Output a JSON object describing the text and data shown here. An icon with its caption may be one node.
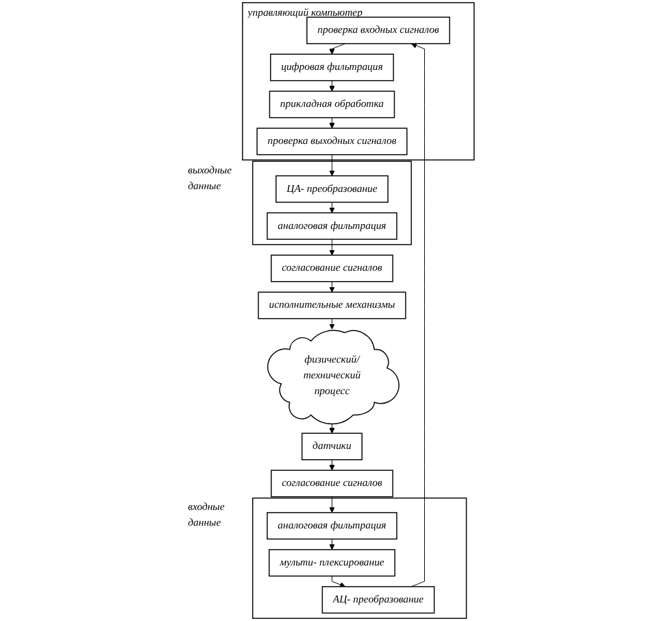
{
  "diagram": {
    "nodes": [
      {
        "text": [
          "управляющий компьютер"
        ]
      },
      {
        "text": [
          "проверка входных сигналов"
        ],
        "in": 0
      },
      {
        "text": [
          "цифровая фильтрация"
        ],
        "in": 0
      },
      {
        "text": [
          "прикладная обработка"
        ],
        "in": 0
      },
      {
        "text": [
          "проверка выходных сигналов"
        ],
        "in": 0
      },
      {
        "text": [
          "входные данные"
        ]
      },
      {
        "text": [
          "АЦ- преобразование"
        ],
        "in": 5
      },
      {
        "text": [
          "мульти- плексирование"
        ],
        "in": 5
      },
      {
        "text": [
          "аналоговая фильтрация"
        ],
        "in": 5
      },
      {
        "text": [
          "выходные данные"
        ]
      },
      {
        "text": [
          "ЦА- преобразование"
        ],
        "in": 9
      },
      {
        "text": [
          "аналоговая фильтрация"
        ],
        "in": 9
      },
      {
        "text": [
          "согласование сигналов"
        ]
      },
      {
        "text": [
          "согласование сигналов"
        ]
      },
      {
        "text": [
          "датчики"
        ]
      },
      {
        "text": [
          "физический/ технический процесс"
        ]
      },
      {
        "text": [
          "исполнительные механизмы"
        ]
      }
    ],
    "edges": [
      {
        "from": 1,
        "to": 2,
        "arrow": "to"
      },
      {
        "from": 2,
        "to": 3,
        "arrow": "to"
      },
      {
        "from": 3,
        "to": 4,
        "arrow": "to"
      },
      {
        "from": 4,
        "to": 10,
        "arrow": "to"
      },
      {
        "from": 10,
        "to": 11,
        "arrow": "to"
      },
      {
        "from": 11,
        "to": 13,
        "arrow": "to"
      },
      {
        "from": 13,
        "to": 16,
        "arrow": "to"
      },
      {
        "from": 16,
        "to": 15,
        "arrow": "to"
      },
      {
        "from": 15,
        "to": 14,
        "arrow": "to"
      },
      {
        "from": 14,
        "to": 12,
        "arrow": "to"
      },
      {
        "from": 12,
        "to": 8,
        "arrow": "to"
      },
      {
        "from": 8,
        "to": 7,
        "arrow": "to"
      },
      {
        "from": 7,
        "to": 6,
        "arrow": "to"
      },
      {
        "from": 6,
        "to": 1,
        "arrow": "to"
      }
    ]
  }
}
